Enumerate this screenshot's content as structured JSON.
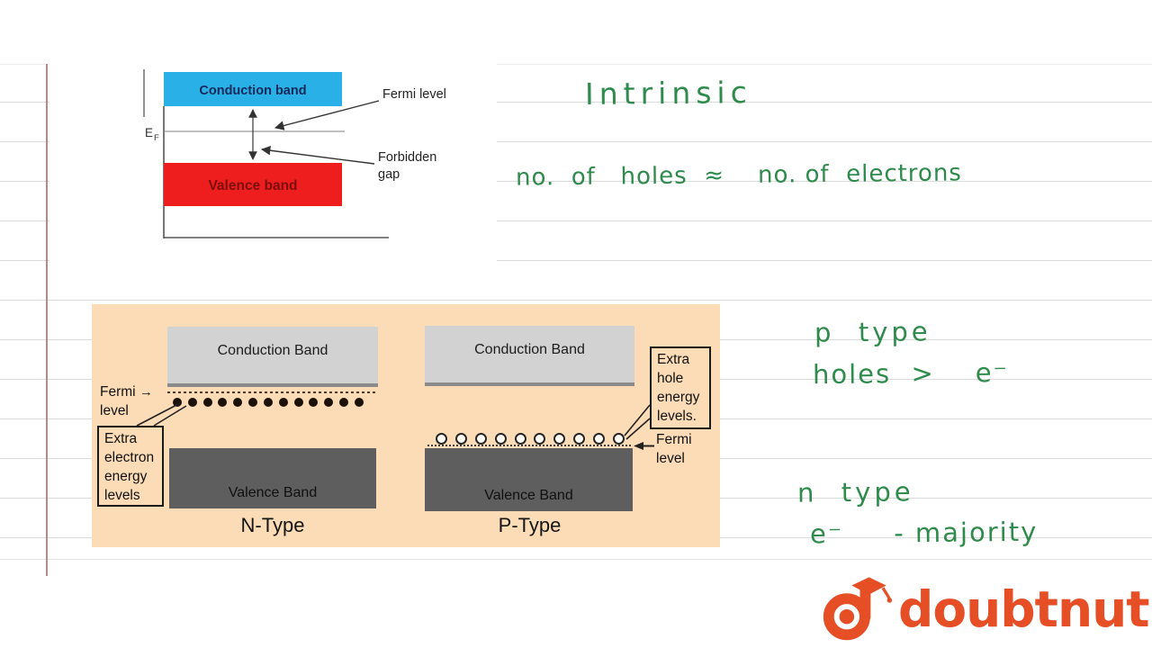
{
  "colors": {
    "conduction_blue": "#29b1e7",
    "valence_red": "#ee1e1e",
    "peach_panel": "#fbdcb7",
    "band_light_gray": "#d2d2d2",
    "band_dark_gray": "#5e5e5e",
    "handwriting_green": "#2e8b4c",
    "logo_orange": "#e64e26",
    "margin_line_red": "#b5716f"
  },
  "band_diagram": {
    "conduction_label": "Conduction band",
    "valence_label": "Valence band",
    "fermi_level_label": "Fermi level",
    "forbidden_line1": "Forbidden",
    "forbidden_line2": "gap",
    "energy_axis_symbol": "E",
    "energy_axis_subscript": "F"
  },
  "handwritten": {
    "title": "Intrinsic",
    "relation": "no.  of   holes  ≈    no. of  electrons",
    "p_type_line1": "p  type",
    "p_type_line2": "holes  >    e⁻",
    "n_type_line1": "n  type",
    "n_type_line2": "e⁻     - majority"
  },
  "extrinsic_diagram": {
    "n_type": {
      "conduction_label": "Conduction Band",
      "valence_label": "Valence Band",
      "fermi_line1": "Fermi",
      "fermi_line2": "level",
      "extra_line1": "Extra",
      "extra_line2": "electron",
      "extra_line3": "energy",
      "extra_line4": "levels",
      "title": "N-Type",
      "electron_count": 13
    },
    "p_type": {
      "conduction_label": "Conduction Band",
      "valence_label": "Valence Band",
      "fermi_line1": "Fermi",
      "fermi_line2": "level",
      "extra_line1": "Extra",
      "extra_line2": "hole",
      "extra_line3": "energy",
      "extra_line4": "levels.",
      "title": "P-Type",
      "hole_count": 10
    }
  },
  "icons": {
    "right_arrow": "→"
  },
  "logo": {
    "brand": "doubtnut"
  }
}
